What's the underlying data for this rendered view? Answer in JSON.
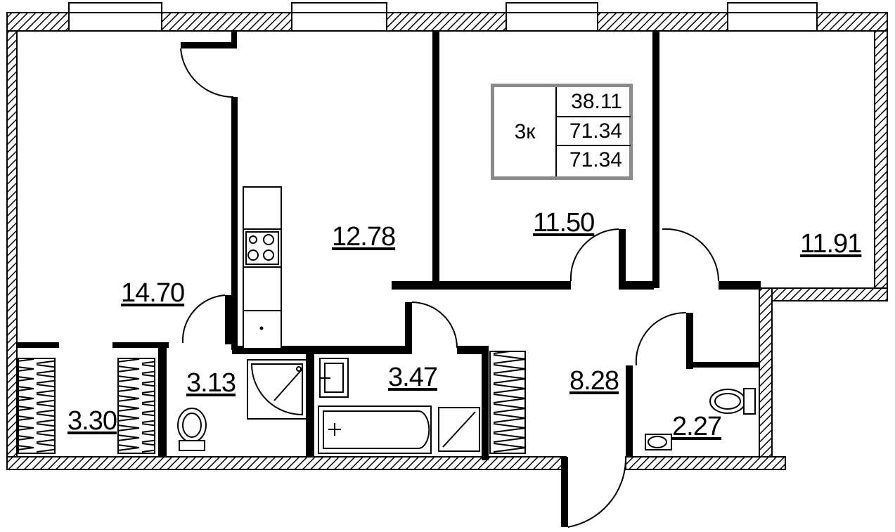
{
  "summary": {
    "type": "3к",
    "areas": [
      "38.11",
      "71.34",
      "71.34"
    ]
  },
  "rooms": [
    {
      "id": "room-a",
      "area": "14.70"
    },
    {
      "id": "room-b",
      "area": "12.78"
    },
    {
      "id": "room-c",
      "area": "11.50"
    },
    {
      "id": "room-d",
      "area": "11.91"
    },
    {
      "id": "room-e",
      "area": "8.28"
    },
    {
      "id": "room-f",
      "area": "3.47"
    },
    {
      "id": "room-g",
      "area": "3.13"
    },
    {
      "id": "room-h",
      "area": "3.30"
    },
    {
      "id": "room-i",
      "area": "2.27"
    }
  ]
}
